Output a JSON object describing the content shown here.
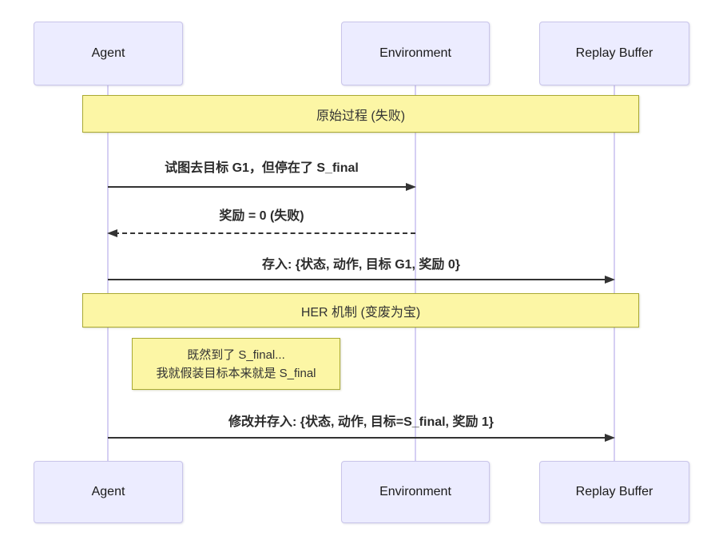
{
  "diagram": {
    "kind": "sequence-diagram",
    "actors": [
      {
        "id": "agent",
        "label": "Agent"
      },
      {
        "id": "environment",
        "label": "Environment"
      },
      {
        "id": "replay-buffer",
        "label": "Replay Buffer"
      }
    ],
    "sections": [
      {
        "label": "原始过程 (失败)"
      },
      {
        "label": "HER 机制 (变废为宝)"
      }
    ],
    "messages": [
      {
        "from": "Agent",
        "to": "Environment",
        "style": "solid",
        "label": "试图去目标 G1，但停在了 S_final"
      },
      {
        "from": "Environment",
        "to": "Agent",
        "style": "dashed",
        "label": "奖励 = 0 (失败)"
      },
      {
        "from": "Agent",
        "to": "Replay Buffer",
        "style": "solid",
        "label": "存入: {状态, 动作, 目标 G1, 奖励 0}"
      },
      {
        "from": "Agent",
        "to": "Replay Buffer",
        "style": "solid",
        "label": "修改并存入: {状态, 动作, 目标=S_final, 奖励 1}"
      }
    ],
    "note": {
      "attached_to": "agent",
      "lines": [
        "既然到了 S_final...",
        "我就假装目标本来就是 S_final"
      ]
    },
    "colors": {
      "actor_fill": "#ECECFF",
      "actor_border": "#C9C5EA",
      "lifeline": "#D5CFF3",
      "note_fill": "#FCF6A5",
      "note_border": "#AAAA33",
      "line": "#333333",
      "text": "#2B2B2B"
    }
  }
}
